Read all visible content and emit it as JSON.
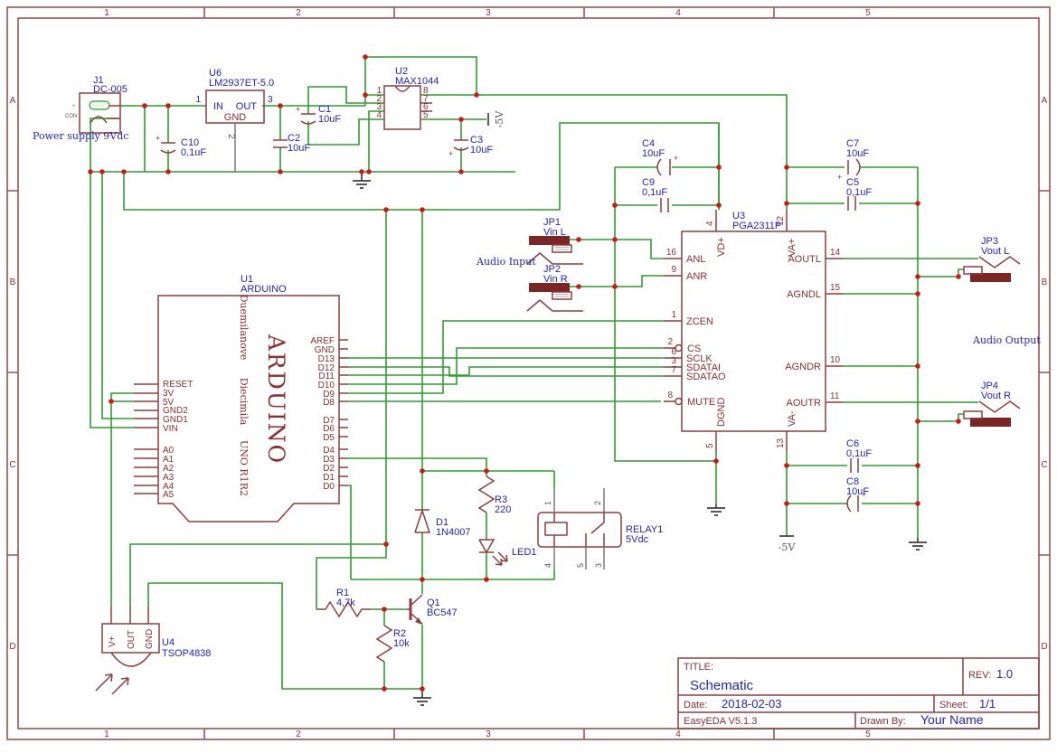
{
  "frame": {
    "cols": [
      "1",
      "2",
      "3",
      "4",
      "5"
    ],
    "rows": [
      "A",
      "B",
      "C",
      "D"
    ]
  },
  "title_block": {
    "title_label": "TITLE:",
    "title": "Schematic",
    "rev_label": "REV:",
    "rev": "1.0",
    "date_label": "Date:",
    "date": "2018-02-03",
    "sheet_label": "Sheet:",
    "sheet": "1/1",
    "software": "EasyEDA V5.1.3",
    "drawn_by_label": "Drawn By:",
    "drawn_by": "Your Name"
  },
  "power": {
    "j1": {
      "ref": "J1",
      "value": "DC-005",
      "caption": "Power supply 9Vdc",
      "plus": "+",
      "con": "CON",
      "minus": "-"
    },
    "u6": {
      "ref": "U6",
      "value": "LM2937ET-5.0",
      "in": "IN",
      "out": "OUT",
      "gnd": "GND",
      "n1": "1",
      "n2": "2",
      "n3": "3"
    },
    "u2": {
      "ref": "U2",
      "value": "MAX1044",
      "p1": "1",
      "p2": "2",
      "p3": "3",
      "p4": "4",
      "p5": "5",
      "p6": "6",
      "p7": "7",
      "p8": "8"
    },
    "c10": {
      "ref": "C10",
      "value": "0,1uF"
    },
    "c2": {
      "ref": "C2",
      "value": "10uF"
    },
    "c1": {
      "ref": "C1",
      "value": "10uF"
    },
    "c3": {
      "ref": "C3",
      "value": "10uF"
    },
    "neg5v": "-5V",
    "plus_mark": "+"
  },
  "caps": {
    "c4": {
      "ref": "C4",
      "value": "10uF"
    },
    "c9": {
      "ref": "C9",
      "value": "0,1uF"
    },
    "c7": {
      "ref": "C7",
      "value": "10uF"
    },
    "c5": {
      "ref": "C5",
      "value": "0,1uF"
    },
    "c6": {
      "ref": "C6",
      "value": "0,1uF"
    },
    "c8": {
      "ref": "C8",
      "value": "10uF"
    },
    "neg5v": "-5V"
  },
  "arduino": {
    "ref": "U1",
    "value": "ARDUINO",
    "inner1": "Duemilanove",
    "inner2": "ARDUINO",
    "inner3": "Diecimila",
    "inner4": "UNO R1R2",
    "left": [
      "RESET",
      "3V",
      "5V",
      "GND2",
      "GND1",
      "VIN",
      "A0",
      "A1",
      "A2",
      "A3",
      "A4",
      "A5"
    ],
    "right": [
      "AREF",
      "GND",
      "D13",
      "D12",
      "D11",
      "D10",
      "D9",
      "D8",
      "D7",
      "D6",
      "D5",
      "D4",
      "D3",
      "D2",
      "D1",
      "D0"
    ]
  },
  "pga": {
    "ref": "U3",
    "value": "PGA2311P",
    "left": [
      {
        "n": "16",
        "name": "ANL"
      },
      {
        "n": "9",
        "name": "ANR"
      },
      {
        "n": "1",
        "name": "ZCEN"
      },
      {
        "n": "2",
        "name": "CS"
      },
      {
        "n": "6",
        "name": "SCLK"
      },
      {
        "n": "3",
        "name": "SDATAI"
      },
      {
        "n": "7",
        "name": "SDATAO"
      },
      {
        "n": "8",
        "name": "MUTE"
      }
    ],
    "right": [
      {
        "n": "14",
        "name": "AOUTL"
      },
      {
        "n": "15",
        "name": "AGNDL"
      },
      {
        "n": "10",
        "name": "AGNDR"
      },
      {
        "n": "11",
        "name": "AOUTR"
      }
    ],
    "top": [
      {
        "n": "4",
        "name": "VD+"
      },
      {
        "n": "12",
        "name": "VA+"
      }
    ],
    "bottom": [
      {
        "n": "5",
        "name": "DGND"
      },
      {
        "n": "13",
        "name": "VA-"
      }
    ]
  },
  "audio": {
    "input": "Audio Input",
    "output": "Audio Output",
    "jp1": {
      "ref": "JP1",
      "value": "Vin L"
    },
    "jp2": {
      "ref": "JP2",
      "value": "Vin R"
    },
    "jp3": {
      "ref": "JP3",
      "value": "Vout L"
    },
    "jp4": {
      "ref": "JP4",
      "value": "Vout R"
    }
  },
  "driver": {
    "d1": {
      "ref": "D1",
      "value": "1N4007"
    },
    "r3": {
      "ref": "R3",
      "value": "220"
    },
    "led1": {
      "ref": "LED1"
    },
    "relay": {
      "ref": "RELAY1",
      "value": "5Vdc",
      "p1": "1",
      "p2": "2",
      "p3": "3",
      "p4": "4",
      "p5": "5"
    },
    "r1": {
      "ref": "R1",
      "value": "4,7k"
    },
    "r2": {
      "ref": "R2",
      "value": "10k"
    },
    "q1": {
      "ref": "Q1",
      "value": "BC547"
    }
  },
  "ir": {
    "ref": "U4",
    "value": "TSOP4838",
    "p1": "V+",
    "p2": "OUT",
    "p3": "GND"
  }
}
